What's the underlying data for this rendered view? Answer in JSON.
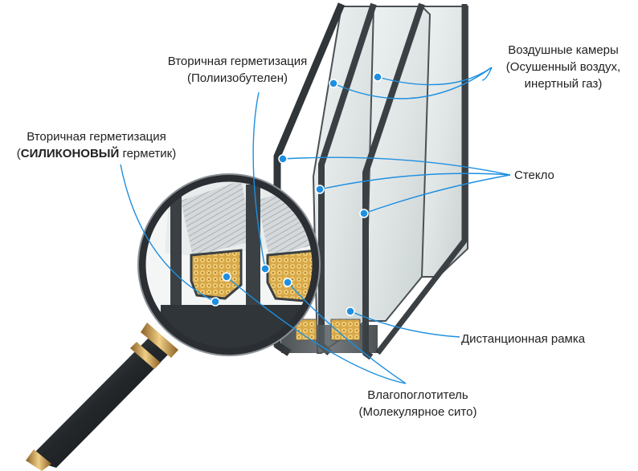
{
  "labels": {
    "secondary_seal_pib": {
      "line1": "Вторичная герметизация",
      "line2": "(Полиизобутелен)"
    },
    "secondary_seal_silicone": {
      "line1": "Вторичная герметизация",
      "line2_prefix": "(",
      "line2_bold": "СИЛИКОНОВЫЙ",
      "line2_suffix": " герметик)"
    },
    "air_chambers": {
      "line1": "Воздушные камеры",
      "line2": "(Осушенный воздух,",
      "line3": "инертный газ)"
    },
    "glass": "Стекло",
    "spacer_frame": "Дистанционная рамка",
    "desiccant": {
      "line1": "Влагопоглотитель",
      "line2": "(Молекулярное сито)"
    }
  },
  "colors": {
    "pointer": "#1e8fe0",
    "frame_dark": "#3a4044",
    "glass": "#dfe6e6",
    "desiccant": "#e2b75a",
    "spacer": "#c9cdd0",
    "magnifier_rim": "#2b2f33",
    "handle_gold": "#c89a4c"
  },
  "icons": {
    "magnifier": "magnifying-glass-icon"
  }
}
